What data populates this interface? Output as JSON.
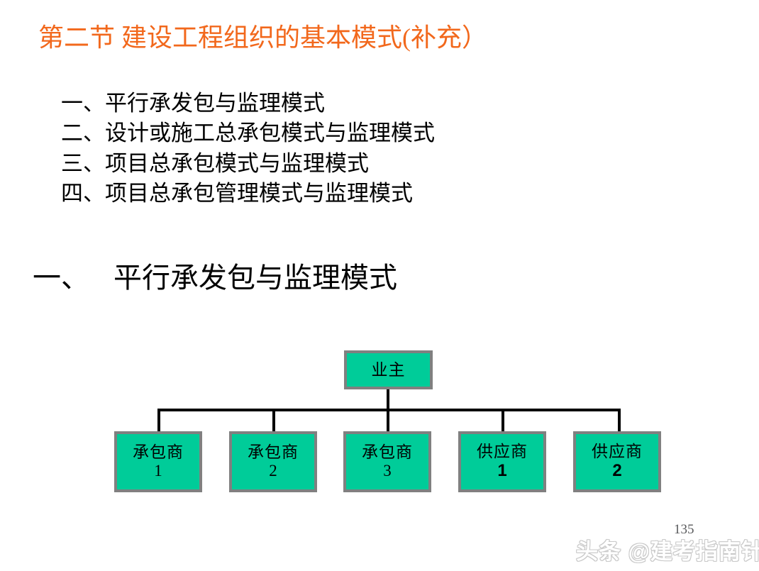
{
  "slide": {
    "title": "第二节  建设工程组织的基本模式(补充）",
    "title_color": "#F2681C",
    "background_color": "#FFFFFF",
    "page_number": "135",
    "watermark": "头条 @建考指南针"
  },
  "outline": {
    "items": [
      "一、平行承发包与监理模式",
      "二、设计或施工总承包模式与监理模式",
      "三、项目总承包模式与监理模式",
      "四、项目总承包管理模式与监理模式"
    ]
  },
  "section_heading": {
    "number": "一、",
    "text": "平行承发包与监理模式"
  },
  "org_chart": {
    "node_fill_color": "#00CC99",
    "node_border_color": "#808080",
    "connector_color": "#000000",
    "root": {
      "label": "业主",
      "number": ""
    },
    "children": [
      {
        "label": "承包商",
        "number": "1",
        "bold_number": false
      },
      {
        "label": "承包商",
        "number": "2",
        "bold_number": false
      },
      {
        "label": "承包商",
        "number": "3",
        "bold_number": false
      },
      {
        "label": "供应商",
        "number": "1",
        "bold_number": true
      },
      {
        "label": "供应商",
        "number": "2",
        "bold_number": true
      }
    ]
  }
}
